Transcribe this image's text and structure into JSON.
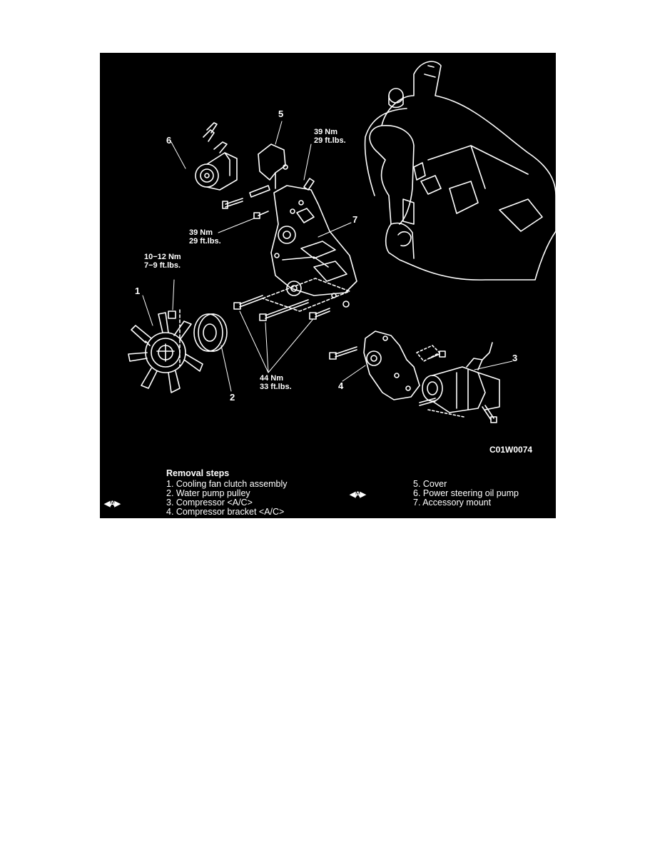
{
  "figure": {
    "code": "C01W0074",
    "callouts": [
      "1",
      "2",
      "3",
      "4",
      "5",
      "6",
      "7"
    ],
    "torques": [
      {
        "nm": "39 Nm",
        "ft": "29 ft.lbs."
      },
      {
        "nm": "39 Nm",
        "ft": "29 ft.lbs."
      },
      {
        "nm": "10−12 Nm",
        "ft": "7−9 ft.lbs."
      },
      {
        "nm": "44 Nm",
        "ft": "33 ft.lbs."
      }
    ]
  },
  "legend": {
    "title": "Removal steps",
    "left_mark": "◀A▶",
    "right_mark": "◀A▶",
    "left_items": [
      "1. Cooling fan clutch assembly",
      "2. Water pump pulley",
      "3. Compressor <A/C>",
      "4. Compressor bracket <A/C>"
    ],
    "right_items": [
      "5. Cover",
      "6. Power steering oil pump",
      "7. Accessory mount"
    ]
  },
  "colors": {
    "background": "#000000",
    "ink": "#ffffff",
    "page": "#ffffff"
  }
}
